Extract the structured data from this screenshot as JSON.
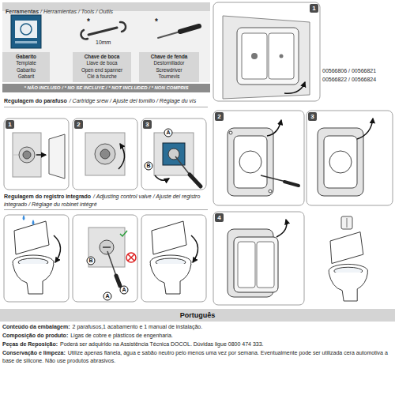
{
  "diagram": {
    "nodes": [
      {
        "text": [
          "Ferramentas",
          "/ Herramientas / Tools / Outils"
        ]
      },
      {
        "text": [
          "Gabarito",
          "Template",
          "Gabarito",
          "Gabarit"
        ],
        "in": 0
      },
      {
        "text": [
          "Chave de boca",
          "Llave de boca",
          "Open end spanner",
          "Clé à fourche"
        ],
        "in": 0
      },
      {
        "text": [
          "Chave de fenda",
          "Destornillador",
          "Screwdriver",
          "Tournevis"
        ],
        "in": 0
      },
      {
        "text": [
          "* NÃO INCLUSO / * NO SE INCLUYE / * NOT INCLUDED / * NON COMPRIS"
        ],
        "in": 0
      },
      {
        "text": [
          "Português"
        ]
      }
    ],
    "labels": [
      "10mm",
      "*",
      "*",
      "Regulagem do parafuso",
      "/ Cartridge srew / Ajuste del tornillo / Réglage du vis",
      "1",
      "2",
      "3",
      "A",
      "B",
      "Regulagem do registro integrado",
      "/ Adjusting control valve / Ajuste del registro integrado / Réglage du robinet intégré",
      "B",
      "A",
      "A",
      "1",
      "00566806 / 00566821",
      "00566822 / 00566824",
      "2",
      "3",
      "4",
      "Conteúdo da embalagem:",
      "2 parafusos,1 acabamento e 1 manual de instalação.",
      "Composição do produto:",
      "Ligas de cobre e plásticos de engenharia.",
      "Peças de Reposição:",
      "Poderá ser adquirido na Assistência Técnica DOCOL. Dúvidas ligue 0800 474 333.",
      "Conservação e limpeza:",
      "Utilize apenas flanela, água e sabão neutro pelo menos uma vez por semana. Eventualmente pode ser utilizada cera automotiva a base de silicone. Não use produtos abrasivos."
    ]
  }
}
